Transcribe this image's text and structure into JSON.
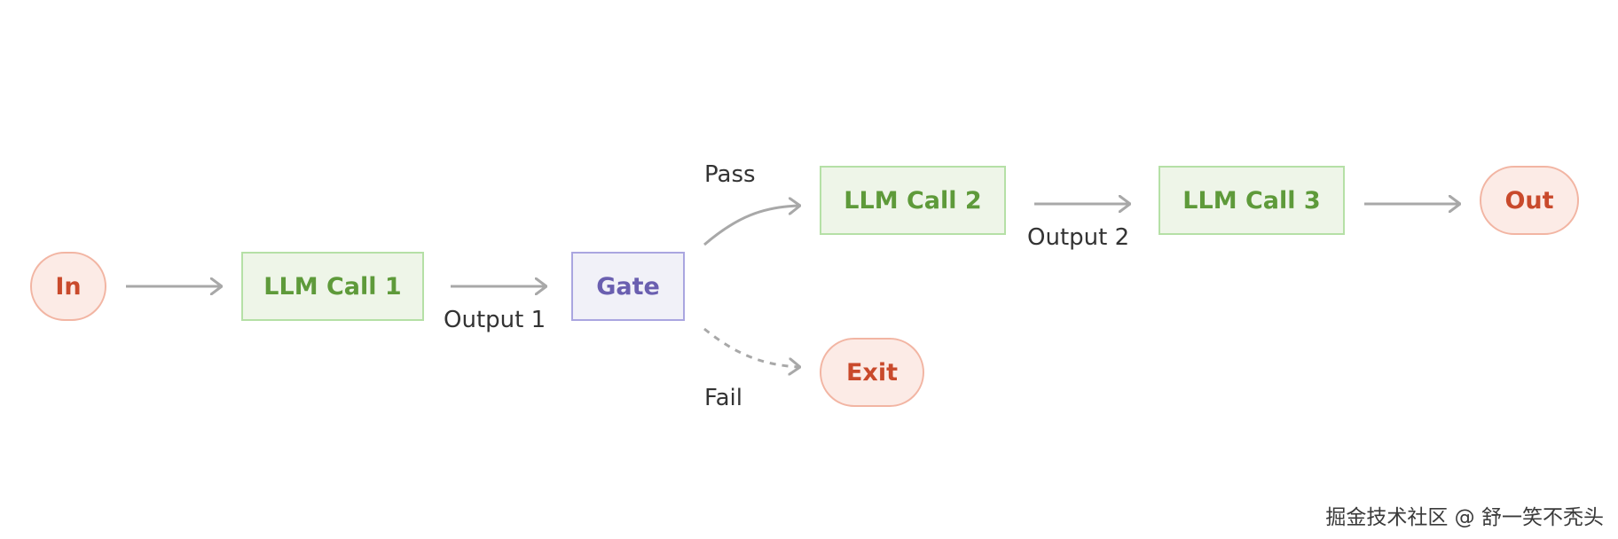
{
  "nodes": {
    "in": "In",
    "llm_call_1": "LLM Call 1",
    "gate": "Gate",
    "llm_call_2": "LLM Call 2",
    "llm_call_3": "LLM Call 3",
    "out": "Out",
    "exit": "Exit"
  },
  "edges": {
    "output_1": "Output 1",
    "pass": "Pass",
    "fail": "Fail",
    "output_2": "Output 2"
  },
  "watermark": "掘金技术社区 @ 舒一笑不秃头",
  "colors": {
    "arrow": "#a8a8a8",
    "terminal_fill": "#fcebe6",
    "terminal_border": "#f2b5a3",
    "terminal_text": "#c94a2c",
    "llm_fill": "#eef5e8",
    "llm_border": "#b5e0a6",
    "llm_text": "#5e9a3a",
    "gate_fill": "#f1f1f8",
    "gate_border": "#aaa6e0",
    "gate_text": "#6a5fb0"
  }
}
